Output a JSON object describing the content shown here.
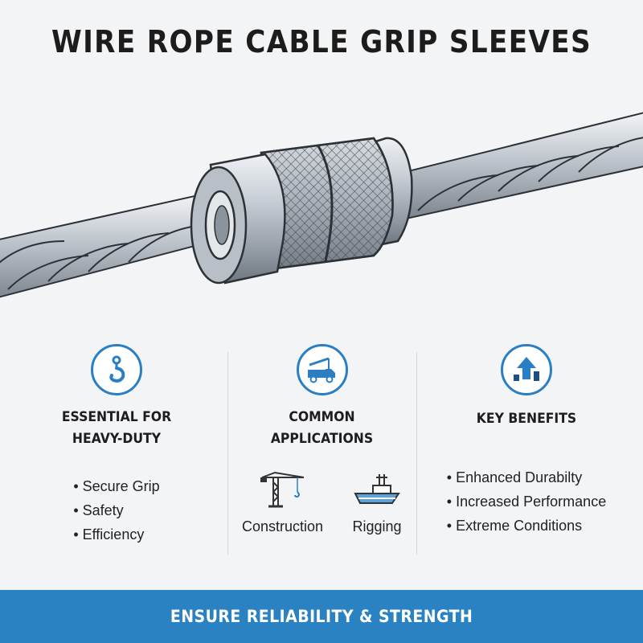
{
  "title": "WIRE ROPE CABLE GRIP SLEEVES",
  "sections": [
    {
      "icon": "crane-hook-icon",
      "heading_line1": "ESSENTIAL FOR",
      "heading_line2": "HEAVY-DUTY",
      "items": [
        "Secure Grip",
        "Safety",
        "Efficiency"
      ]
    },
    {
      "icon": "tow-truck-icon",
      "heading_line1": "COMMON",
      "heading_line2": "APPLICATIONS",
      "apps": [
        {
          "icon": "tower-crane-icon",
          "label": "Construction"
        },
        {
          "icon": "ship-icon",
          "label": "Rigging"
        }
      ]
    },
    {
      "icon": "upward-arrow-bars-icon",
      "heading_line1": "KEY BENEFITS",
      "items": [
        "Enhanced Durabilty",
        "Increased Performance",
        "Extreme Conditions"
      ]
    }
  ],
  "footer": "ENSURE RELIABILITY & STRENGTH",
  "colors": {
    "accent": "#2b82c3",
    "background": "#f3f4f6"
  }
}
